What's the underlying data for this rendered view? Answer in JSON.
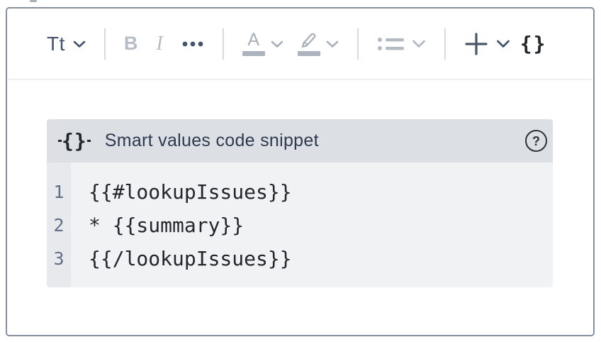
{
  "toolbar": {
    "text_styles_label": "Tt",
    "bold_label": "B",
    "italic_label": "I",
    "more_formatting_icon": "ellipsis-icon",
    "text_color_label": "A",
    "highlight_icon": "highlighter-icon",
    "bullet_list_icon": "bullet-list-icon",
    "insert_icon": "plus-icon",
    "smart_values_label": "{}"
  },
  "code_block": {
    "icon_glyphs": {
      "open": "{",
      "close": "}"
    },
    "title": "Smart values code snippet",
    "help_glyph": "?",
    "lines": [
      {
        "number": "1",
        "code": "{{#lookupIssues}}"
      },
      {
        "number": "2",
        "code": "* {{summary}}"
      },
      {
        "number": "3",
        "code": "{{/lookupIssues}}"
      }
    ]
  },
  "colors": {
    "frame_border": "#8590a2",
    "toolbar_icon_dark": "#44546f",
    "toolbar_icon_muted": "#b3b9c4",
    "header_background": "#dcdfe4",
    "code_background": "#f1f2f4",
    "gutter_background": "#e7e9ec",
    "line_number_text": "#626f86",
    "code_text": "#22272b"
  }
}
